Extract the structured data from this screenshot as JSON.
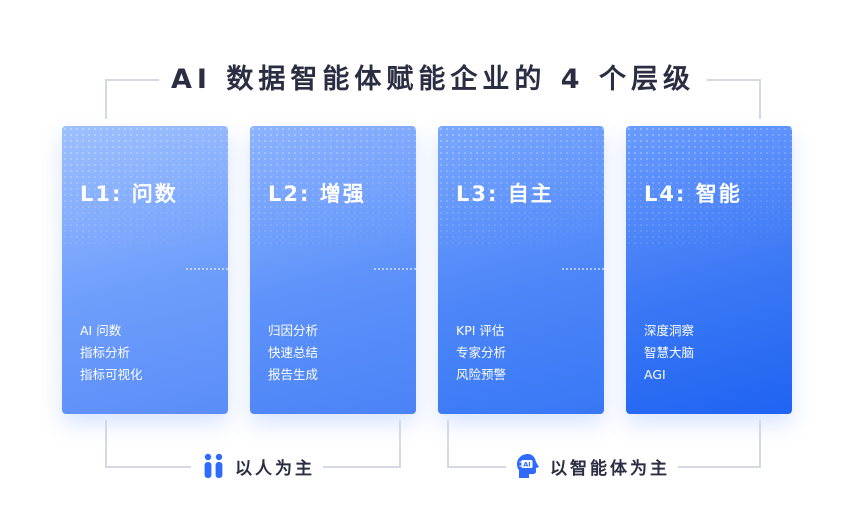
{
  "title": "AI 数据智能体赋能企业的 4 个层级",
  "colors": {
    "frame": "#d6d9e3",
    "title_text": "#2b2d42",
    "icon": "#2f6bff"
  },
  "levels": [
    {
      "title": "L1: 问数",
      "items": [
        "AI 问数",
        "指标分析",
        "指标可视化"
      ]
    },
    {
      "title": "L2: 增强",
      "items": [
        "归因分析",
        "快速总结",
        "报告生成"
      ]
    },
    {
      "title": "L3: 自主",
      "items": [
        "KPI 评估",
        "专家分析",
        "风险预警"
      ]
    },
    {
      "title": "L4: 智能",
      "items": [
        "深度洞察",
        "智慧大脑",
        "AGI"
      ]
    }
  ],
  "groups": [
    {
      "label": "以人为主",
      "icon": "people-icon"
    },
    {
      "label": "以智能体为主",
      "icon": "ai-head-icon"
    }
  ]
}
